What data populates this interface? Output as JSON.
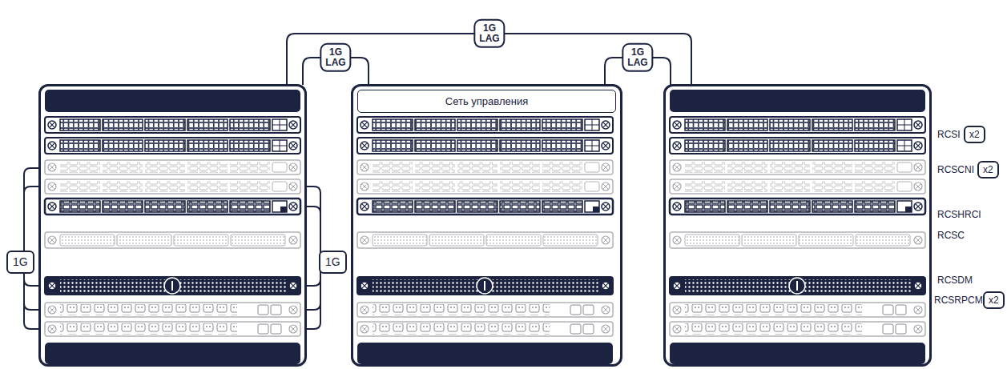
{
  "diagram": {
    "nodes": [
      {
        "text": []
      },
      {
        "text": []
      },
      {
        "text": []
      },
      {
        "text": [
          "Сеть управления"
        ],
        "in": 1
      }
    ],
    "edges": [
      {
        "from": 0,
        "to": 1,
        "arrow": "none",
        "label": "1G LAG"
      },
      {
        "from": 1,
        "to": 2,
        "arrow": "none",
        "label": "1G LAG"
      },
      {
        "from": 0,
        "to": 2,
        "arrow": "none",
        "label": "1G LAG"
      }
    ],
    "labels": [
      "1G",
      "1G",
      "RCSI",
      "x2",
      "RCSCNI",
      "x2",
      "RCSHRCI",
      "RCSC",
      "RCSDM",
      "RCSRPCM",
      "x2"
    ]
  }
}
